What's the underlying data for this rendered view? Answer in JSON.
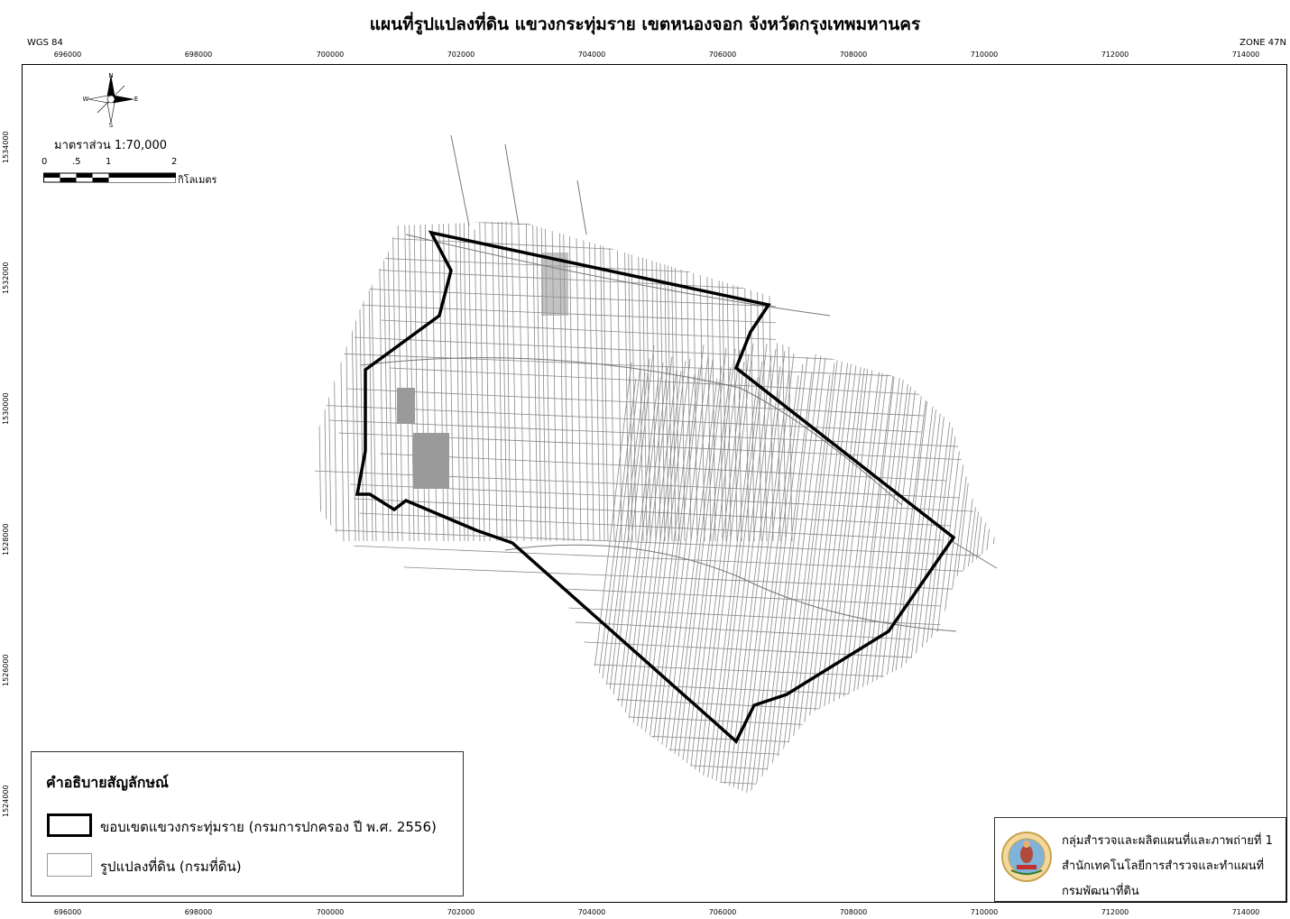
{
  "title": "แผนที่รูปแปลงที่ดิน แขวงกระทุ่มราย เขตหนองจอก จังหวัดกรุงเทพมหานคร",
  "datum": "WGS 84",
  "zone": "ZONE 47N",
  "x_ticks": [
    "696000",
    "698000",
    "700000",
    "702000",
    "704000",
    "706000",
    "708000",
    "710000",
    "712000",
    "714000"
  ],
  "y_ticks": [
    "1534000",
    "1532000",
    "1530000",
    "1528000",
    "1526000",
    "1524000"
  ],
  "north_arrow": {
    "n": "N",
    "s": "S",
    "e": "E",
    "w": "W",
    "icon": "compass-rose-icon"
  },
  "scale": {
    "label": "มาตราส่วน 1:70,000",
    "numbers": [
      "0",
      ".5",
      "1",
      "2"
    ],
    "unit": "กิโลเมตร"
  },
  "legend": {
    "title": "คำอธิบายสัญลักษณ์",
    "items": [
      {
        "label": "ขอบเขตแขวงกระทุ่มราย (กรมการปกครอง ปี พ.ศ. 2556)"
      },
      {
        "label": "รูปแปลงที่ดิน (กรมที่ดิน)"
      }
    ]
  },
  "credit": {
    "lines": [
      "กลุ่มสำรวจและผลิตแผนที่และภาพถ่ายที่ 1",
      "สำนักเทคโนโลยีการสำรวจและทำแผนที่",
      "กรมพัฒนาที่ดิน"
    ],
    "logo_icon": "department-seal-icon"
  },
  "colors": {
    "parcel_line": "#8a8a8a",
    "boundary": "#000000",
    "frame": "#000000"
  }
}
